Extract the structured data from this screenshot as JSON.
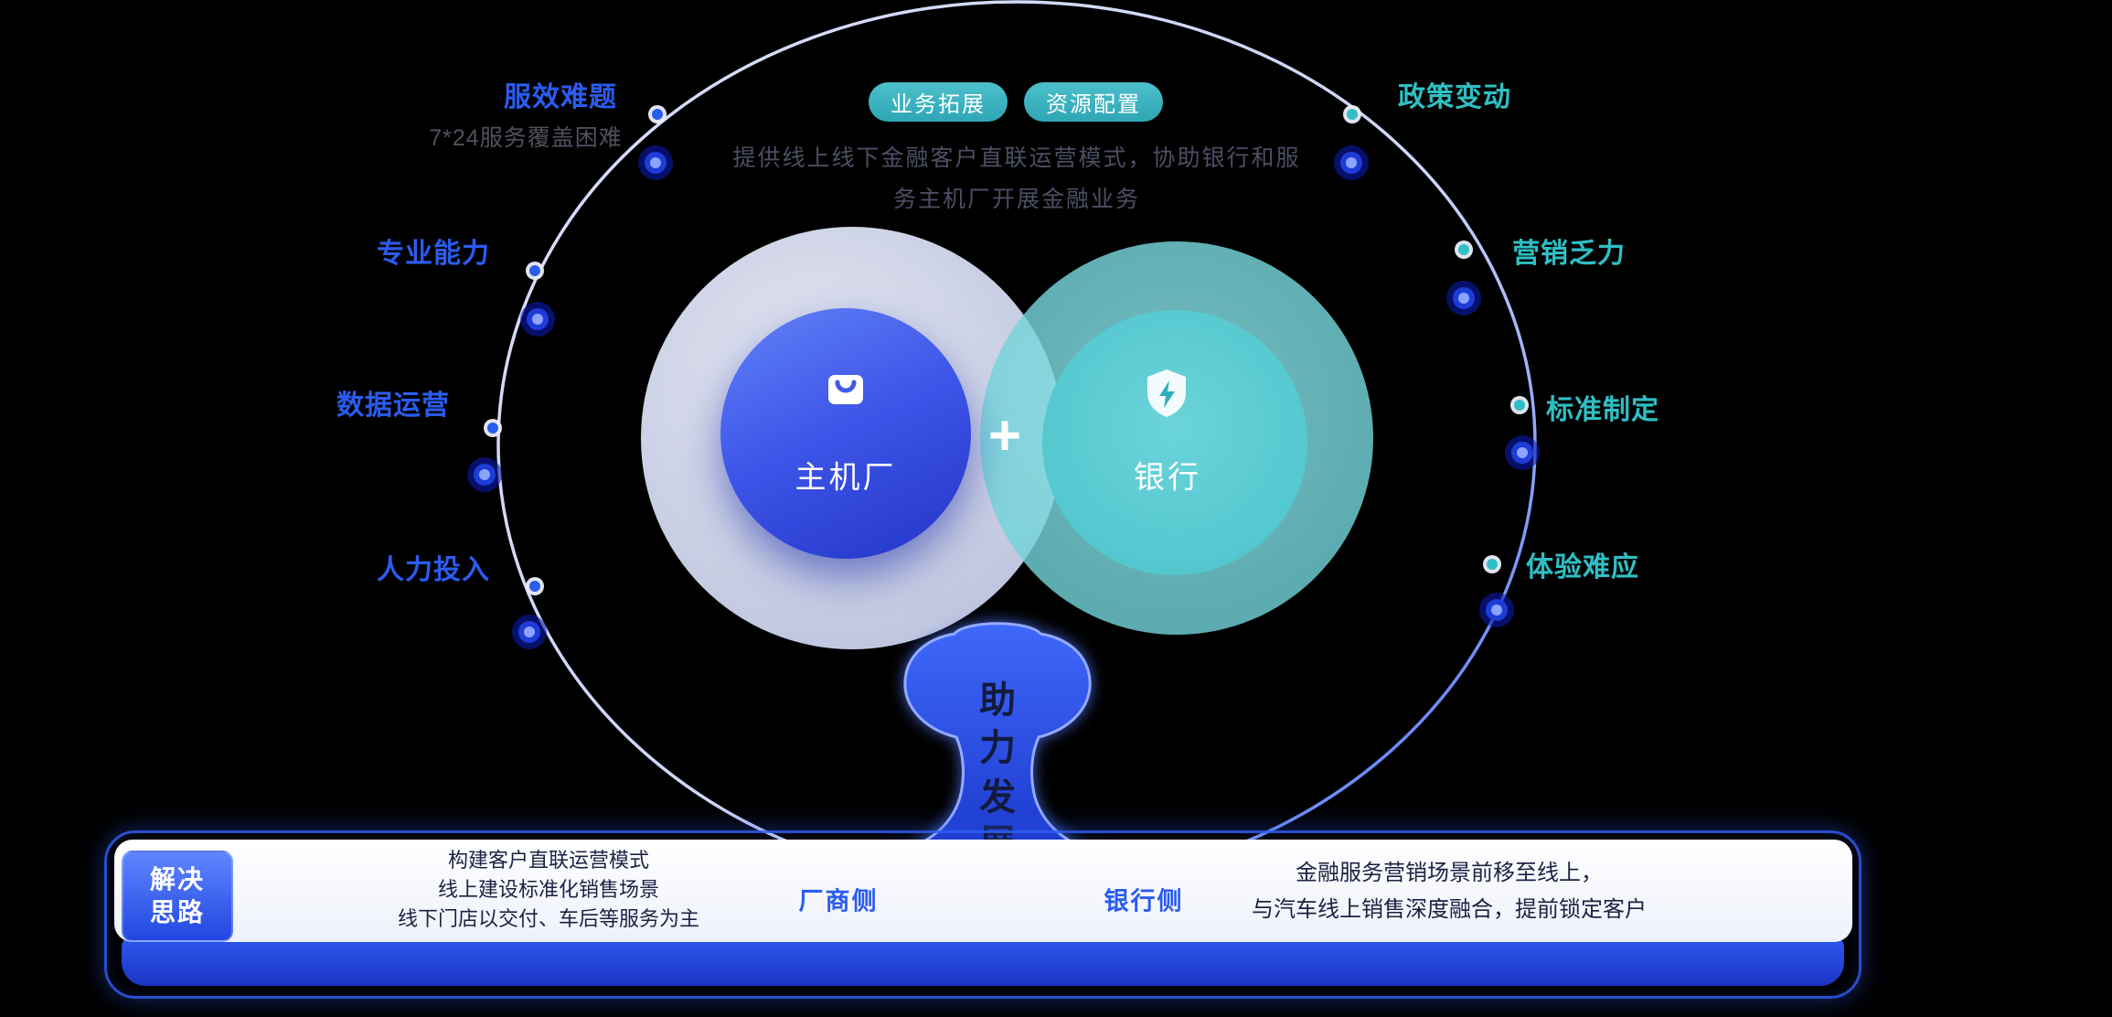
{
  "colors": {
    "blue": "#2B5CF0",
    "teal": "#2FBFC4",
    "dark-text": "#1C2143",
    "muted-text": "#4C4F63",
    "sub-text": "#50515E"
  },
  "top": {
    "pills": [
      {
        "label": "业务拓展"
      },
      {
        "label": "资源配置"
      }
    ],
    "description": {
      "line1": "提供线上线下金融客户直联运营模式，协助银行和服",
      "line2": "务主机厂开展金融业务"
    }
  },
  "pain_points": {
    "left": [
      {
        "label": "服效难题",
        "sub": "7*24服务覆盖困难"
      },
      {
        "label": "专业能力"
      },
      {
        "label": "数据运营"
      },
      {
        "label": "人力投入"
      }
    ],
    "right": [
      {
        "label": "政策变动"
      },
      {
        "label": "营销乏力"
      },
      {
        "label": "标准制定"
      },
      {
        "label": "体验难应"
      }
    ]
  },
  "venn": {
    "left_circle_label": "主机厂",
    "right_circle_label": "银行",
    "plus_sign": "+",
    "icons": {
      "left": "shopping-bag-icon",
      "right": "shield-bolt-icon"
    }
  },
  "tree": {
    "vertical_text": [
      "助",
      "力",
      "发",
      "展"
    ]
  },
  "solution_bar": {
    "badge": {
      "line1": "解决",
      "line2": "思路"
    },
    "manufacturer_lines": [
      "构建客户直联运营模式",
      "线上建设标准化销售场景",
      "线下门店以交付、车后等服务为主"
    ],
    "manufacturer_label": "厂商侧",
    "bank_label": "银行侧",
    "bank_lines": [
      "金融服务营销场景前移至线上，",
      "与汽车线上销售深度融合，提前锁定客户"
    ]
  }
}
